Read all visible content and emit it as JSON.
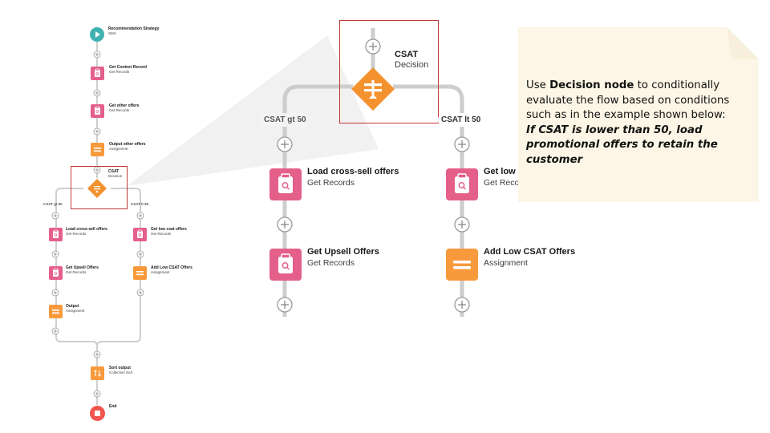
{
  "mini_flow": {
    "start": {
      "title": "Recommendation Strategy",
      "subtitle": "Start"
    },
    "nodes": [
      {
        "title": "Get Context Record",
        "subtitle": "Get Records",
        "type": "get-records"
      },
      {
        "title": "Get other offers",
        "subtitle": "Get Records",
        "type": "get-records"
      },
      {
        "title": "Output other offers",
        "subtitle": "Assignment",
        "type": "assignment"
      }
    ],
    "decision": {
      "title": "CSAT",
      "subtitle": "Decision"
    },
    "branches": [
      {
        "label": "CSAT gt 50",
        "nodes": [
          {
            "title": "Load cross-sell offers",
            "subtitle": "Get Records",
            "type": "get-records"
          },
          {
            "title": "Get Upsell Offers",
            "subtitle": "Get Records",
            "type": "get-records"
          },
          {
            "title": "Output",
            "subtitle": "Assignment",
            "type": "assignment"
          }
        ]
      },
      {
        "label": "CSAT lt 50",
        "nodes": [
          {
            "title": "Get low csat offers",
            "subtitle": "Get Records",
            "type": "get-records"
          },
          {
            "title": "Add Low CSAT Offers",
            "subtitle": "Assignment",
            "type": "assignment"
          }
        ]
      }
    ],
    "sort": {
      "title": "Sort output",
      "subtitle": "Collection Sort"
    },
    "end": {
      "title": "End"
    }
  },
  "zoomed_flow": {
    "decision": {
      "title": "CSAT",
      "subtitle": "Decision"
    },
    "branches": [
      {
        "label": "CSAT gt 50",
        "nodes": [
          {
            "title": "Load cross-sell offers",
            "subtitle": "Get Records",
            "type": "get-records"
          },
          {
            "title": "Get Upsell Offers",
            "subtitle": "Get Records",
            "type": "get-records"
          }
        ]
      },
      {
        "label": "CSAT lt 50",
        "nodes": [
          {
            "title": "Get low csat offers",
            "subtitle": "Get Records",
            "type": "get-records"
          },
          {
            "title": "Add Low CSAT Offers",
            "subtitle": "Assignment",
            "type": "assignment"
          }
        ]
      }
    ]
  },
  "note": {
    "intro_prefix": "Use ",
    "intro_bold": "Decision node",
    "intro_suffix": " to conditionally evaluate the flow based on conditions such as in the example shown below:",
    "example": "If CSAT is lower than 50, load promotional offers to retain the customer"
  },
  "colors": {
    "start": "#3fb1b0",
    "get_records": "#e4608b",
    "assignment": "#f89a3c",
    "decision": "#f4922f",
    "end": "#f2544f",
    "connector": "#c9c9c9",
    "highlight_box": "#c23934",
    "note_bg": "#fdf6e6"
  }
}
